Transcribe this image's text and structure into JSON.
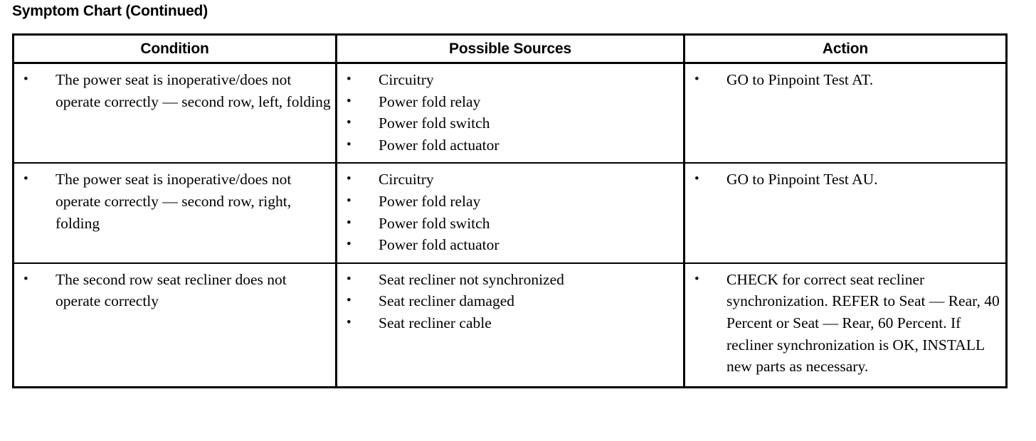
{
  "document": {
    "title": "Symptom Chart (Continued)"
  },
  "table": {
    "headers": {
      "condition": "Condition",
      "possible_sources": "Possible Sources",
      "action": "Action"
    },
    "rows": [
      {
        "condition": [
          "The power seat is inoperative/does not operate correctly — second row, left, folding"
        ],
        "possible_sources": [
          "Circuitry",
          "Power fold relay",
          "Power fold switch",
          "Power fold actuator"
        ],
        "action": [
          "GO to Pinpoint Test AT."
        ]
      },
      {
        "condition": [
          "The power seat is inoperative/does not operate correctly — second row, right, folding"
        ],
        "possible_sources": [
          "Circuitry",
          "Power fold relay",
          "Power fold switch",
          "Power fold actuator"
        ],
        "action": [
          "GO to Pinpoint Test AU."
        ]
      },
      {
        "condition": [
          "The second row seat recliner does not operate correctly"
        ],
        "possible_sources": [
          "Seat recliner not synchronized",
          "Seat recliner damaged",
          "Seat recliner cable"
        ],
        "action": [
          "CHECK for correct seat recliner synchronization. REFER to Seat — Rear, 40 Percent or Seat — Rear, 60 Percent. If recliner synchronization is  OK, INSTALL new parts as necessary."
        ]
      }
    ]
  },
  "colors": {
    "page_background": "#ffffff",
    "text": "#000000",
    "border": "#000000"
  }
}
